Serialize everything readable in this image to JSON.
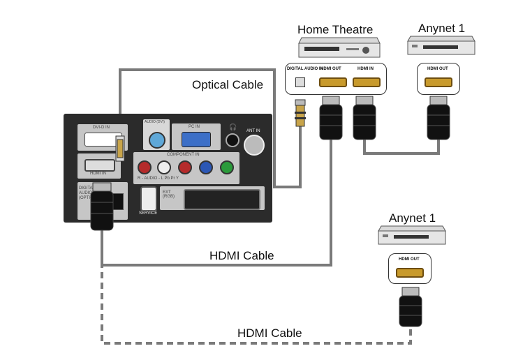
{
  "labels": {
    "home_theatre": "Home Theatre",
    "anynet_top": "Anynet 1",
    "anynet_bottom": "Anynet 1",
    "optical_cable": "Optical Cable",
    "hdmi_cable_1": "HDMI Cable",
    "hdmi_cable_2": "HDMI Cable"
  },
  "ht_ports": {
    "digital_audio_in": "DIGITAL AUDIO IN",
    "hdmi_out": "HDMI OUT",
    "hdmi_in": "HDMI IN"
  },
  "anynet_top_port": "HDMI OUT",
  "anynet_bottom_port": "HDMI OUT",
  "tv_panel": {
    "dvi_d_in": "DVI-D IN",
    "audio_dvi": "AUDIO (DVI)",
    "pc_in": "PC IN",
    "ant_in": "ANT IN",
    "component_in": "COMPONENT IN",
    "audio_row": "R - AUDIO - L   Pb   Pr   Y",
    "hdmi_in": "HDMI IN",
    "digital_audio": "DIGITAL AUDIO OUT (OPTICAL)",
    "ext_rgb": "EXT (RGB)",
    "service": "SERVICE"
  },
  "colors": {
    "cable_gray": "#7a7a7a",
    "hdmi_gold": "#c89a2c",
    "panel": "#2b2b2b"
  }
}
